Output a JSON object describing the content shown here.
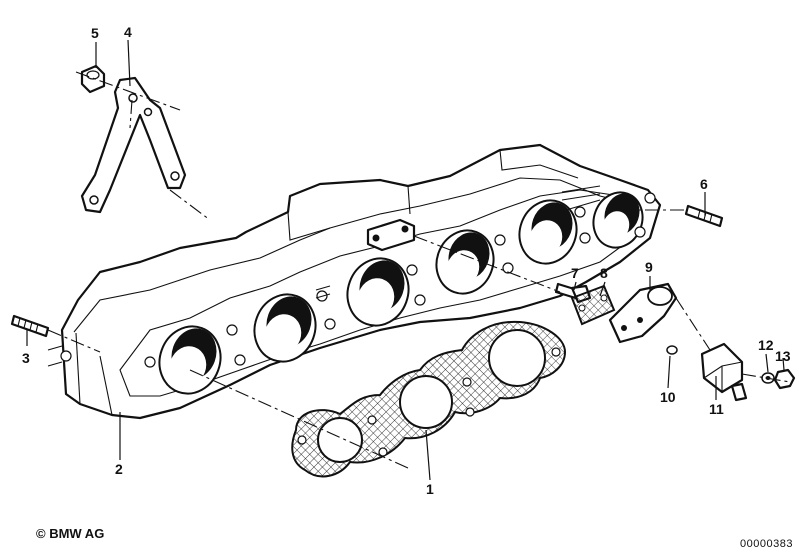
{
  "callouts": [
    {
      "id": "1",
      "label": "1"
    },
    {
      "id": "2",
      "label": "2"
    },
    {
      "id": "3",
      "label": "3"
    },
    {
      "id": "4",
      "label": "4"
    },
    {
      "id": "5",
      "label": "5"
    },
    {
      "id": "6",
      "label": "6"
    },
    {
      "id": "7",
      "label": "7"
    },
    {
      "id": "8",
      "label": "8"
    },
    {
      "id": "9",
      "label": "9"
    },
    {
      "id": "10",
      "label": "10"
    },
    {
      "id": "11",
      "label": "11"
    },
    {
      "id": "12",
      "label": "12"
    },
    {
      "id": "13",
      "label": "13"
    }
  ],
  "footer": {
    "copyright": "© BMW AG",
    "document_number": "00000383"
  },
  "colors": {
    "ink": "#111111",
    "paper": "#ffffff"
  }
}
